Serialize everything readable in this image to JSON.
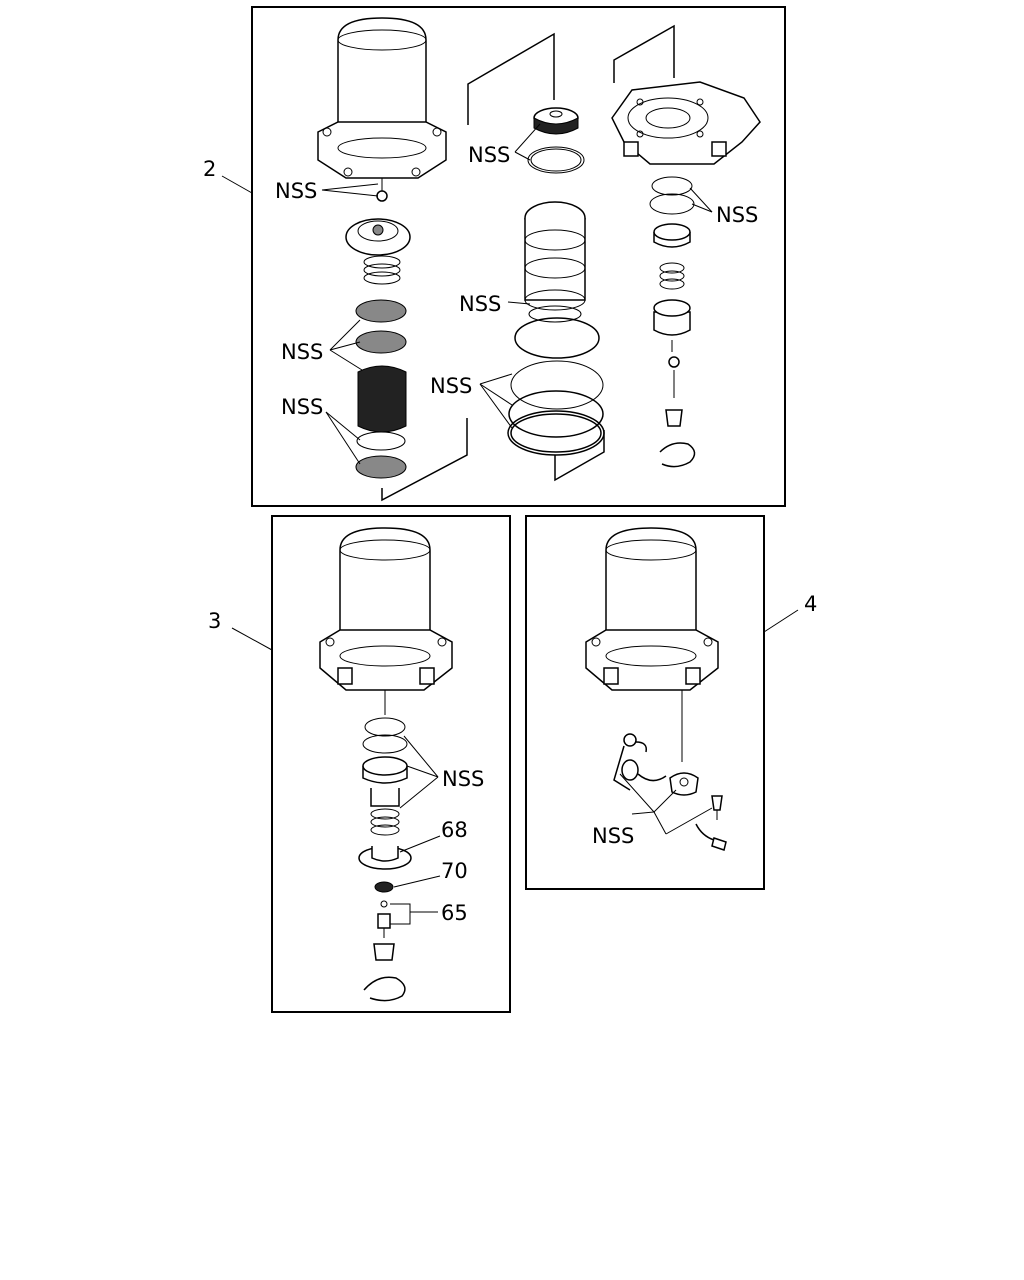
{
  "labels": {
    "callout_2": "2",
    "callout_3": "3",
    "callout_4": "4",
    "nss": "NSS",
    "part_68": "68",
    "part_70": "70",
    "part_65": "65"
  }
}
